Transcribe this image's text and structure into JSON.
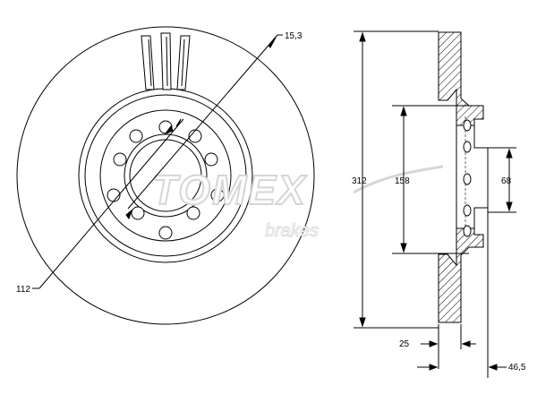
{
  "dimensions": {
    "bolt_hole_diameter": "15,3",
    "pitch_circle_diameter": "112",
    "outer_diameter": "312",
    "hat_diameter": "158",
    "center_bore_diameter": "68",
    "disc_thickness": "25",
    "total_height": "46,5"
  },
  "colors": {
    "line": "#000000",
    "hole_fill": "#999999",
    "watermark_stroke": "#d6d6d6"
  }
}
